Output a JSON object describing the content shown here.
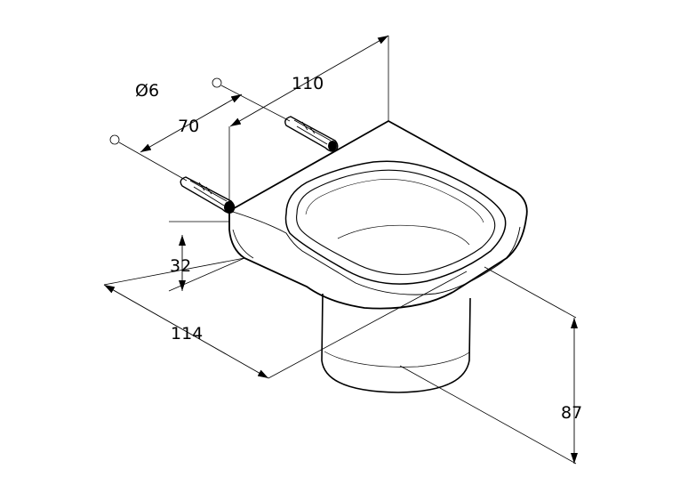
{
  "dimensions": {
    "hole_diameter": "Ø6",
    "hole_spacing": "70",
    "depth": "110",
    "plate_height": "32",
    "width": "114",
    "total_height": "87"
  },
  "colors": {
    "line": "#000000",
    "background": "#ffffff"
  }
}
